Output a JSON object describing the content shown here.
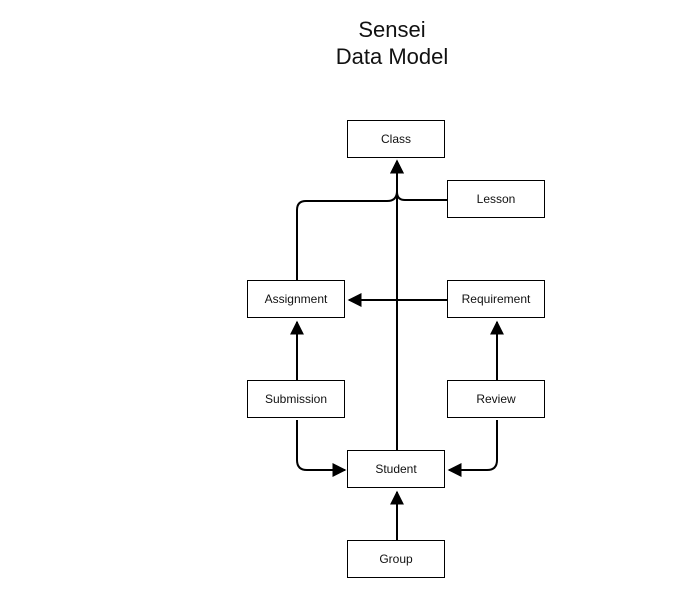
{
  "title": {
    "line1": "Sensei",
    "line2": "Data Model"
  },
  "nodes": {
    "class": "Class",
    "lesson": "Lesson",
    "assignment": "Assignment",
    "requirement": "Requirement",
    "submission": "Submission",
    "review": "Review",
    "student": "Student",
    "group": "Group"
  },
  "edges": [
    {
      "from": "Lesson",
      "to": "Class"
    },
    {
      "from": "Assignment",
      "to": "Class"
    },
    {
      "from": "Student",
      "to": "Class"
    },
    {
      "from": "Requirement",
      "to": "Assignment"
    },
    {
      "from": "Submission",
      "to": "Assignment"
    },
    {
      "from": "Review",
      "to": "Requirement"
    },
    {
      "from": "Submission",
      "to": "Student"
    },
    {
      "from": "Review",
      "to": "Student"
    },
    {
      "from": "Group",
      "to": "Student"
    }
  ],
  "colors": {
    "line": "#000000",
    "text": "#111111",
    "background": "#ffffff"
  }
}
